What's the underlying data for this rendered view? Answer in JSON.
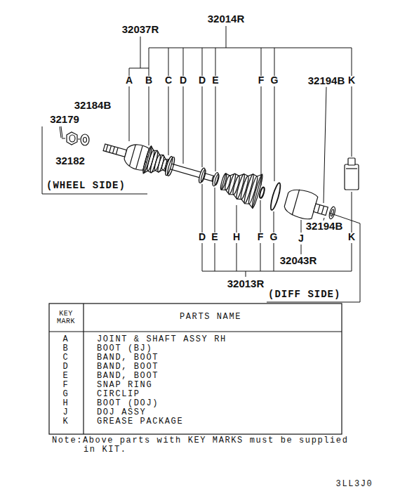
{
  "diagram": {
    "labels": [
      "32037R",
      "32014R",
      "A",
      "B",
      "C",
      "D",
      "D",
      "E",
      "F",
      "G",
      "32194B",
      "K",
      "32179",
      "32184B",
      "32182",
      "(WHEEL SIDE)",
      "D",
      "E",
      "H",
      "F",
      "G",
      "J",
      "K",
      "32194B",
      "32043R",
      "32013R",
      "(DIFF SIDE)",
      "KEY MARK",
      "PARTS NAME",
      "A",
      "JOINT & SHAFT ASSY RH",
      "B",
      "BOOT (BJ)",
      "C",
      "BAND, BOOT",
      "D",
      "BAND, BOOT",
      "E",
      "BAND, BOOT",
      "F",
      "SNAP RING",
      "G",
      "CIRCLIP",
      "H",
      "BOOT (DOJ)",
      "J",
      "DOJ ASSY",
      "K",
      "GREASE PACKAGE",
      "Note:Above parts with KEY MARKS must be supplied in KIT.",
      "3LL3J0"
    ]
  }
}
